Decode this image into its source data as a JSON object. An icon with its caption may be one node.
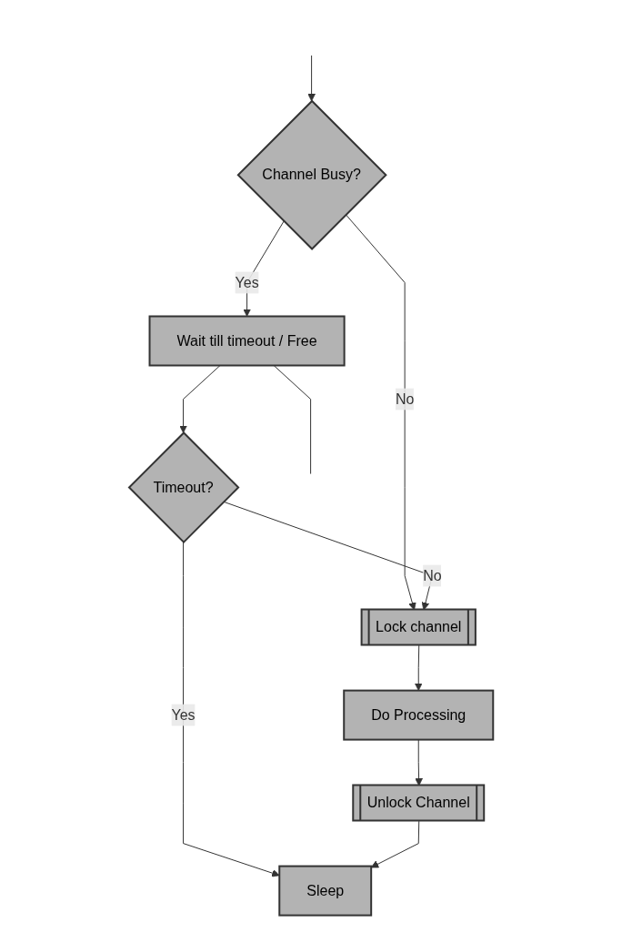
{
  "diagram": {
    "nodes": [
      {
        "text": [
          "Channel Busy?"
        ]
      },
      {
        "text": [
          "Wait till timeout / Free"
        ]
      },
      {
        "text": [
          "Timeout?"
        ]
      },
      {
        "text": [
          "Lock channel"
        ]
      },
      {
        "text": [
          "Do Processing"
        ]
      },
      {
        "text": [
          "Unlock Channel"
        ]
      },
      {
        "text": [
          "Sleep"
        ]
      }
    ],
    "edges": [
      {
        "from": null,
        "to": 0,
        "arrow": "to"
      },
      {
        "from": 0,
        "to": 1,
        "arrow": "to",
        "label": "Yes"
      },
      {
        "from": 0,
        "to": 3,
        "arrow": "to",
        "label": "No"
      },
      {
        "from": 1,
        "to": null,
        "arrow": "none"
      },
      {
        "from": 1,
        "to": 2,
        "arrow": "to"
      },
      {
        "from": 2,
        "to": 3,
        "arrow": "to",
        "label": "No"
      },
      {
        "from": 2,
        "to": 6,
        "arrow": "to",
        "label": "Yes"
      },
      {
        "from": 3,
        "to": 4,
        "arrow": "to"
      },
      {
        "from": 4,
        "to": 5,
        "arrow": "to"
      },
      {
        "from": 5,
        "to": 6,
        "arrow": "to"
      }
    ]
  }
}
